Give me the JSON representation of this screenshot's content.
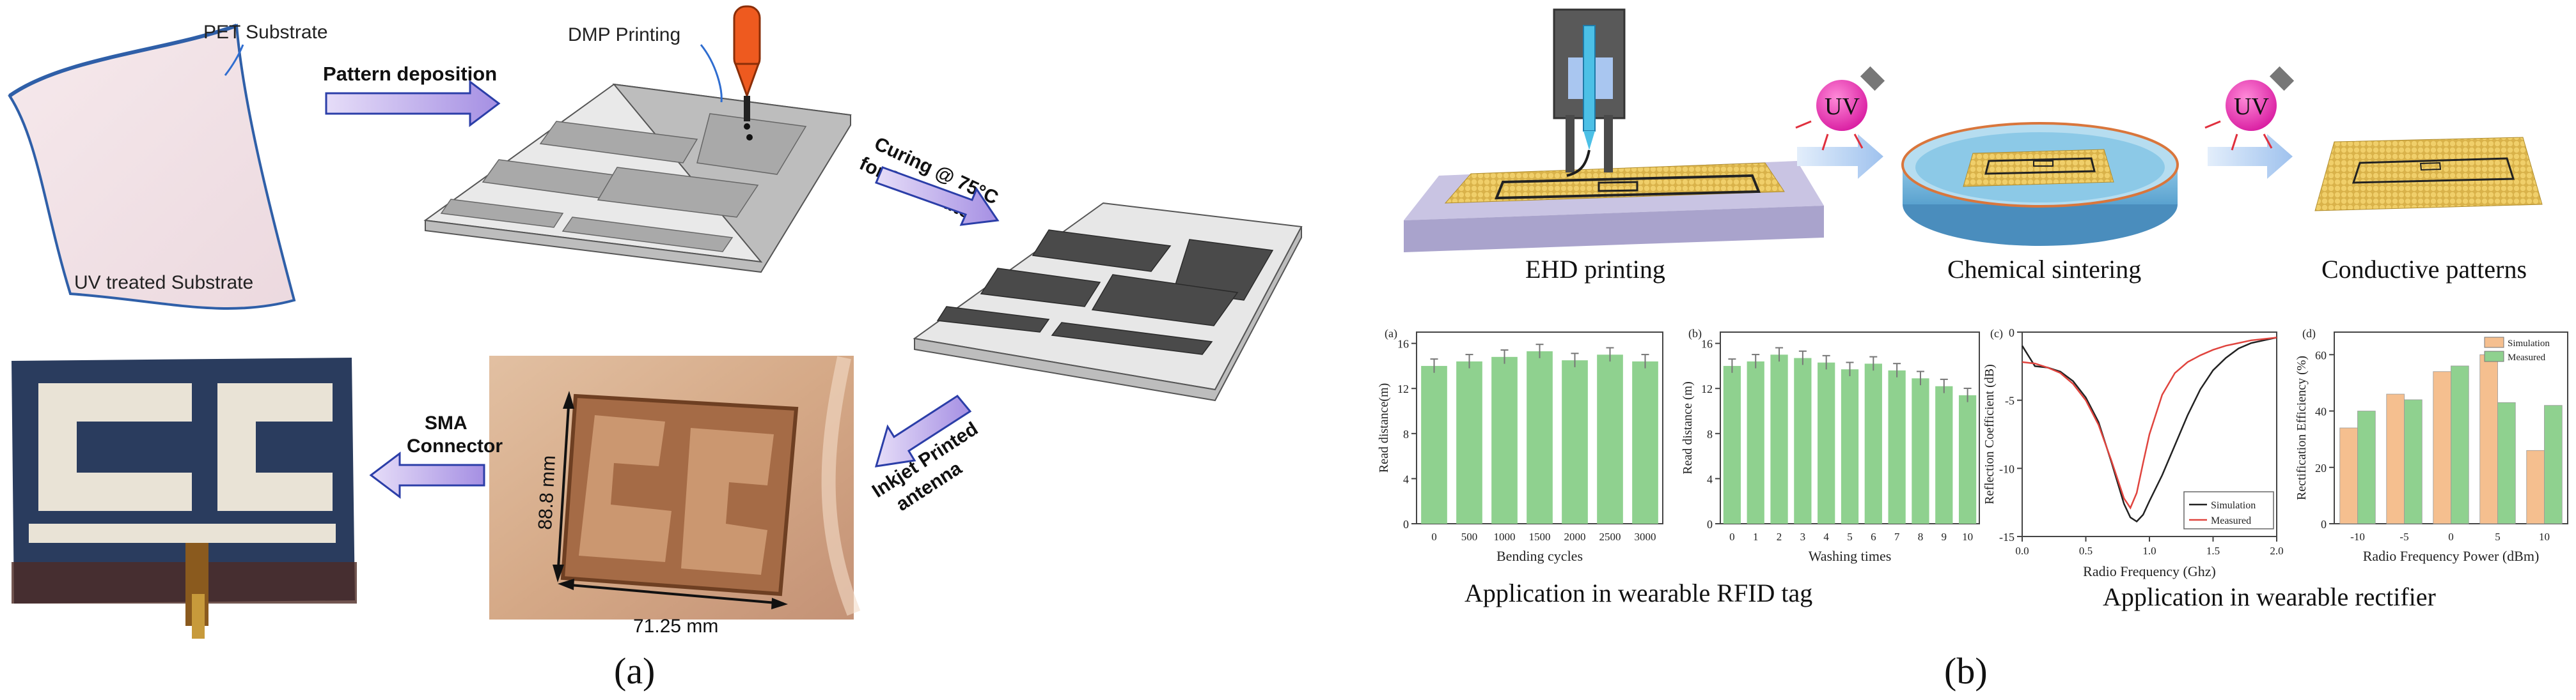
{
  "panel_a": {
    "label_pet": "PET Substrate",
    "label_uv_substrate": "UV treated Substrate",
    "label_pattern": "Pattern deposition",
    "label_dmp": "DMP Printing",
    "label_curing_1": "Curing @ 75°C",
    "label_curing_2": "for 30 minutes",
    "label_inkjet_1": "Inkjet Printed",
    "label_inkjet_2": "antenna",
    "label_sma_1": "SMA",
    "label_sma_2": "Connector",
    "dim_height": "88.8 mm",
    "dim_width": "71.25 mm",
    "caption": "(a)"
  },
  "panel_b": {
    "label_ehd": "EHD printing",
    "label_chem": "Chemical sintering",
    "label_cond": "Conductive patterns",
    "uv_text": "UV",
    "label_rfid": "Application in wearable RFID tag",
    "label_rect": "Application in wearable rectifier",
    "caption": "(b)"
  },
  "colors": {
    "arrow_fill": "#b9a6ea",
    "bar_green": "#8fd18f",
    "bar_orange": "#f5bf8f",
    "sim_line": "#222222",
    "meas_line": "#e0443e"
  },
  "chart_data": [
    {
      "type": "bar",
      "panel_label": "(a)",
      "categories": [
        "0",
        "500",
        "1000",
        "1500",
        "2000",
        "2500",
        "3000"
      ],
      "values": [
        14.0,
        14.4,
        14.8,
        15.3,
        14.5,
        15.0,
        14.4
      ],
      "xlabel": "Bending cycles",
      "ylabel": "Read distance(m)",
      "yticks": [
        "0",
        "4",
        "8",
        "12",
        "16"
      ],
      "ylim": [
        0,
        17
      ]
    },
    {
      "type": "bar",
      "panel_label": "(b)",
      "categories": [
        "0",
        "1",
        "2",
        "3",
        "4",
        "5",
        "6",
        "7",
        "8",
        "9",
        "10"
      ],
      "values": [
        14.0,
        14.4,
        15.0,
        14.7,
        14.3,
        13.7,
        14.2,
        13.6,
        12.9,
        12.2,
        11.4
      ],
      "xlabel": "Washing times",
      "ylabel": "Read distance (m)",
      "yticks": [
        "0",
        "4",
        "8",
        "12",
        "16"
      ],
      "ylim": [
        0,
        17
      ]
    },
    {
      "type": "line",
      "panel_label": "(c)",
      "xlabel": "Radio Frequency (Ghz)",
      "ylabel": "Reflection Coefficient (dB)",
      "xlim": [
        0,
        2
      ],
      "ylim": [
        -15,
        0
      ],
      "xticks": [
        "0.0",
        "0.5",
        "1.0",
        "1.5",
        "2.0"
      ],
      "yticks": [
        "0",
        "-5",
        "-10",
        "-15"
      ],
      "series": [
        {
          "name": "Simulation",
          "x": [
            0,
            0.1,
            0.2,
            0.3,
            0.4,
            0.5,
            0.6,
            0.7,
            0.8,
            0.85,
            0.9,
            0.95,
            1.0,
            1.1,
            1.2,
            1.3,
            1.4,
            1.5,
            1.6,
            1.7,
            1.8,
            1.9,
            2.0
          ],
          "y": [
            -1.0,
            -2.5,
            -2.6,
            -2.9,
            -3.6,
            -4.8,
            -6.6,
            -9.5,
            -12.6,
            -13.6,
            -13.9,
            -13.4,
            -12.4,
            -10.5,
            -8.3,
            -6.1,
            -4.2,
            -2.8,
            -1.9,
            -1.2,
            -0.8,
            -0.6,
            -0.4
          ]
        },
        {
          "name": "Measured",
          "x": [
            0,
            0.1,
            0.2,
            0.3,
            0.4,
            0.5,
            0.6,
            0.7,
            0.8,
            0.85,
            0.9,
            0.95,
            1.0,
            1.1,
            1.2,
            1.3,
            1.4,
            1.5,
            1.6,
            1.7,
            1.8,
            1.9,
            2.0
          ],
          "y": [
            -2.2,
            -2.3,
            -2.6,
            -3.0,
            -3.8,
            -5.0,
            -6.8,
            -9.4,
            -12.2,
            -12.9,
            -11.8,
            -9.6,
            -7.5,
            -4.6,
            -3.0,
            -2.2,
            -1.7,
            -1.3,
            -1.0,
            -0.8,
            -0.6,
            -0.5,
            -0.4
          ]
        }
      ]
    },
    {
      "type": "bar",
      "panel_label": "(d)",
      "categories": [
        "-10",
        "-5",
        "0",
        "5",
        "10"
      ],
      "xlabel": "Radio Frequency Power (dBm)",
      "ylabel": "Rectification Efficiency (%)",
      "yticks": [
        "0",
        "20",
        "40",
        "60"
      ],
      "ylim": [
        0,
        68
      ],
      "series": [
        {
          "name": "Simulation",
          "values": [
            34,
            46,
            54,
            60,
            26
          ]
        },
        {
          "name": "Measured",
          "values": [
            40,
            44,
            56,
            43,
            42
          ]
        }
      ]
    }
  ]
}
